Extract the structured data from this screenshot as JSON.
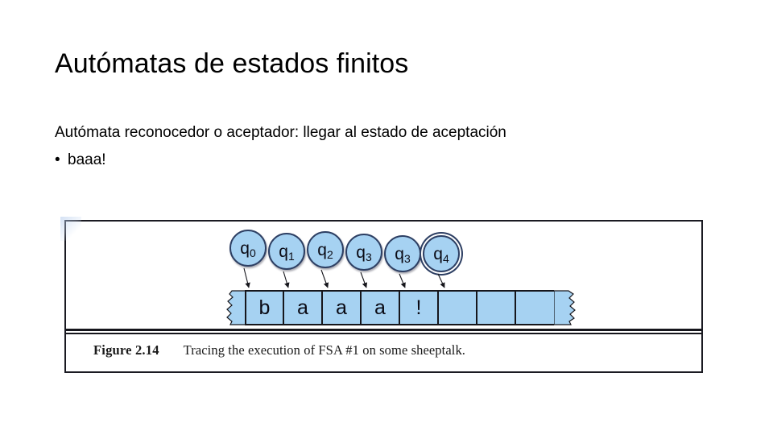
{
  "slide": {
    "title": "Autómatas de estados finitos",
    "body_lines": [
      "Autómata reconocedor o aceptador: llegar al estado de aceptación"
    ],
    "bullet_glyph": "•",
    "bullet_text": "baaa!"
  },
  "figure": {
    "caption_label": "Figure 2.14",
    "caption_text": "Tracing the execution of FSA #1 on some sheeptalk.",
    "states": [
      {
        "name": "q0",
        "base": "q",
        "sub": "0",
        "accepting": false
      },
      {
        "name": "q1",
        "base": "q",
        "sub": "1",
        "accepting": false
      },
      {
        "name": "q2",
        "base": "q",
        "sub": "2",
        "accepting": false
      },
      {
        "name": "q3",
        "base": "q",
        "sub": "3",
        "accepting": false
      },
      {
        "name": "q3b",
        "base": "q",
        "sub": "3",
        "accepting": false
      },
      {
        "name": "q4",
        "base": "q",
        "sub": "4",
        "accepting": true
      }
    ],
    "tape_cells": [
      "b",
      "a",
      "a",
      "a",
      "!",
      "",
      "",
      ""
    ],
    "colors": {
      "state_fill": "#a6d2f2",
      "state_stroke": "#2d3f63",
      "tape_fill": "#a6d2f2",
      "tape_stroke": "#16161c",
      "figure_border": "#1a1a22",
      "text": "#000000"
    }
  }
}
